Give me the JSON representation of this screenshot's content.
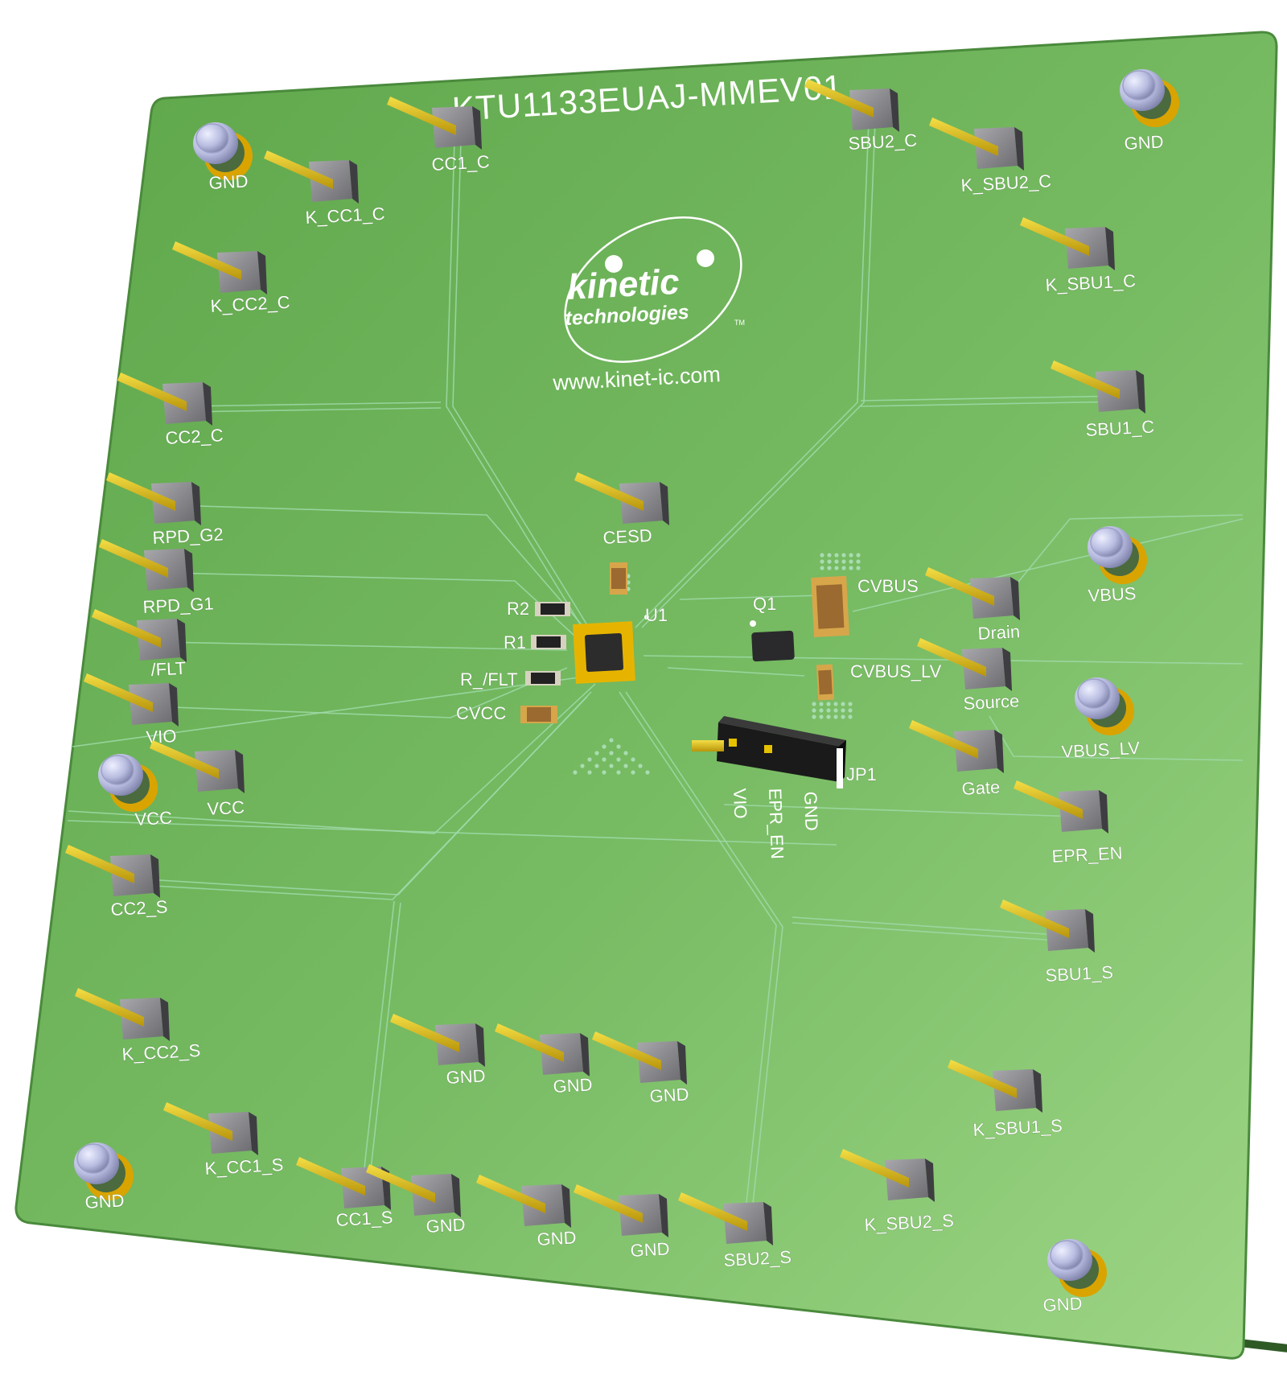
{
  "board": {
    "title": "KTU1133EUAJ-MMEV01",
    "logo_main": "kinetic",
    "logo_sub": "technologies",
    "logo_tm": "TM",
    "url": "www.kinet-ic.com",
    "color_pcb": "#7cc168",
    "color_trace": "#9fd9a8",
    "color_pin_gold": "#e3c20c",
    "color_header_body": "#8a8a8e"
  },
  "headers": [
    {
      "label": "CC1_C"
    },
    {
      "label": "SBU2_C"
    },
    {
      "label": "K_SBU2_C"
    },
    {
      "label": "K_CC1_C"
    },
    {
      "label": "K_CC2_C"
    },
    {
      "label": "K_SBU1_C"
    },
    {
      "label": "CC2_C"
    },
    {
      "label": "SBU1_C"
    },
    {
      "label": "RPD_G2"
    },
    {
      "label": "CESD"
    },
    {
      "label": "RPD_G1"
    },
    {
      "label": "Drain"
    },
    {
      "label": "/FLT"
    },
    {
      "label": "Source"
    },
    {
      "label": "VIO"
    },
    {
      "label": "Gate"
    },
    {
      "label": "VCC"
    },
    {
      "label": "EPR_EN"
    },
    {
      "label": "CC2_S"
    },
    {
      "label": "SBU1_S"
    },
    {
      "label": "K_CC2_S"
    },
    {
      "label": "GND"
    },
    {
      "label": "GND"
    },
    {
      "label": "GND"
    },
    {
      "label": "K_SBU1_S"
    },
    {
      "label": "K_CC1_S"
    },
    {
      "label": "CC1_S"
    },
    {
      "label": "GND"
    },
    {
      "label": "GND"
    },
    {
      "label": "GND"
    },
    {
      "label": "SBU2_S"
    },
    {
      "label": "K_SBU2_S"
    }
  ],
  "testpoints": [
    {
      "label": "GND"
    },
    {
      "label": "GND"
    },
    {
      "label": "VBUS"
    },
    {
      "label": "VBUS_LV"
    },
    {
      "label": "VCC"
    },
    {
      "label": "GND"
    },
    {
      "label": "GND"
    }
  ],
  "components": {
    "r2": "R2",
    "r1": "R1",
    "rflt": "R_/FLT",
    "cvcc": "CVCC",
    "u1": "U1",
    "q1": "Q1",
    "cvbus": "CVBUS",
    "cvbus_lv": "CVBUS_LV",
    "jp1": "JP1"
  },
  "jumper_pins": [
    "VIO",
    "EPR_EN",
    "GND"
  ]
}
